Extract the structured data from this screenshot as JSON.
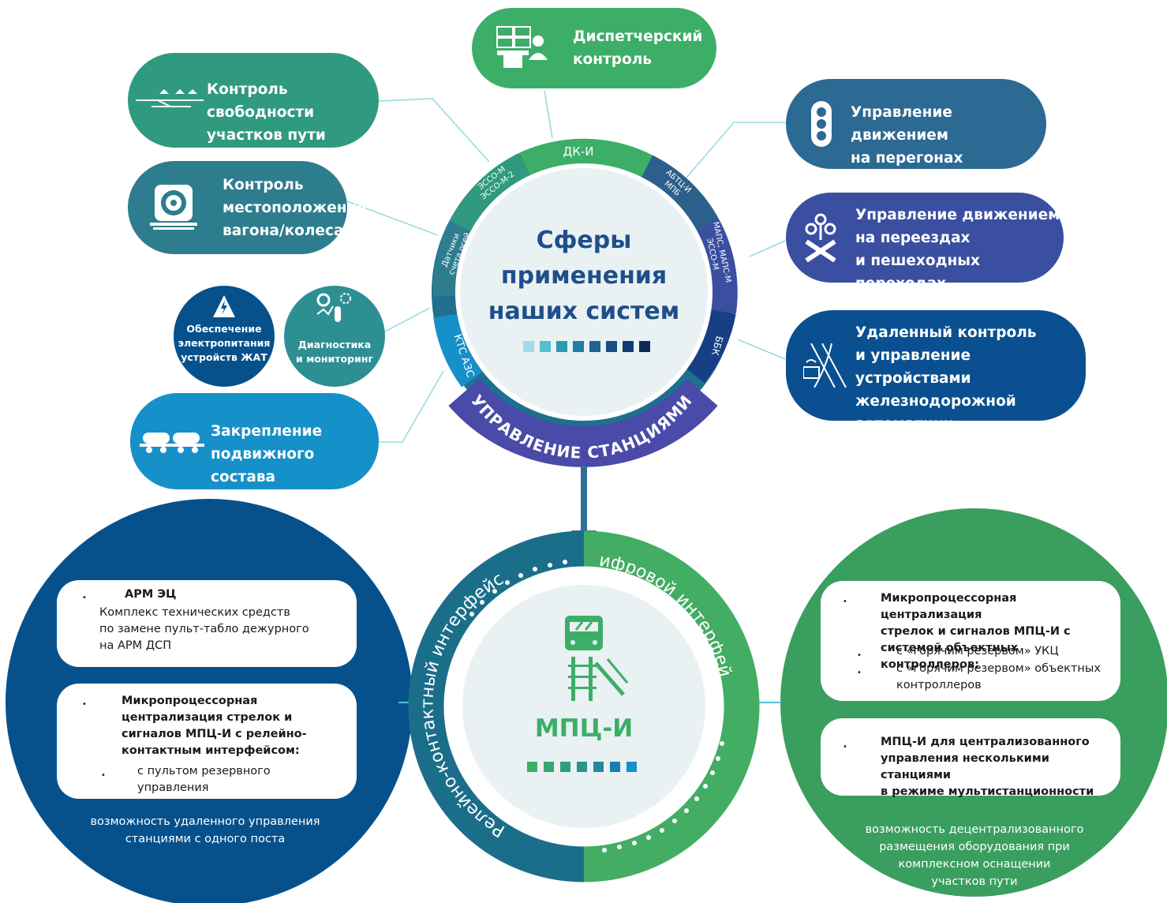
{
  "center": {
    "title": "Сферы\nприменения\nнаших систем"
  },
  "ring": {
    "dk": "ДК-И",
    "esso": "ЭССО-М\nЭССО-М-2",
    "axle": "Датчики\nсчета осей",
    "ktsaze": "КТС АЗС",
    "abtc": "АБТЦ-И\nМПБ",
    "maps": "МАПС, МАПС-М\nЭССО-М",
    "bbk": "ББК",
    "station": "УПРАВЛЕНИЕ СТАНЦИЯМИ"
  },
  "pills": {
    "dispatch": "Диспетчерский\nконтроль",
    "track_free": "Контроль свободности\nучастков пути",
    "wagon_pos": "Контроль\nместоположения\nвагона/колеса",
    "fixing": "Закрепление\nподвижного состава",
    "haul": "Управление движением\nна перегонах",
    "crossings": "Управление движением\nна переездах\nи пешеходных переходах",
    "remote": "Удаленный контроль\nи управление устройствами\nжелезнодорожной\nавтоматики"
  },
  "circles": {
    "power": "Обеспечение\nэлектропитания\nустройств ЖАТ",
    "diag": "Диагностика\nи мониторинг"
  },
  "mpc": {
    "title": "МПЦ-И",
    "relay_arc": "Релейно-контактный интерфейс",
    "digital_arc": "Цифровой интерфейс"
  },
  "left": {
    "card1_title": "АРМ ЭЦ",
    "card1_text": "Комплекс технических средств\nпо замене пульт-табло дежурного\nна АРМ ДСП",
    "card2_title": "Микропроцессорная\nцентрализация стрелок и\nсигналов МПЦ-И с релейно-\nконтактным интерфейсом:",
    "card2_sub": "с пультом резервного\nуправления",
    "note": "возможность удаленного управления\nстанциями с одного поста",
    "bullet": "•"
  },
  "right": {
    "card1_title": "Микропроцессорная централизация\nстрелок и сигналов МПЦ-И с\nсистемой объектных контроллеров:",
    "card1_sub1": "с «горячим резервом» УКЦ",
    "card1_sub2": "с «горячим резервом» объектных\nконтроллеров",
    "card2_title": "МПЦ-И для централизованного\nуправления несколькими станциями\nв режиме мультистанционности",
    "note": "возможность децентрализованного\nразмещения оборудования при\nкомплексном оснащении\nучастков пути"
  },
  "colors": {
    "navy": "#06518c",
    "green": "#3cae67",
    "teal": "#2e8f93",
    "steel": "#34718f",
    "indigo": "#3a4fa0",
    "purple": "#4a4aa8",
    "sky": "#1690c9"
  }
}
